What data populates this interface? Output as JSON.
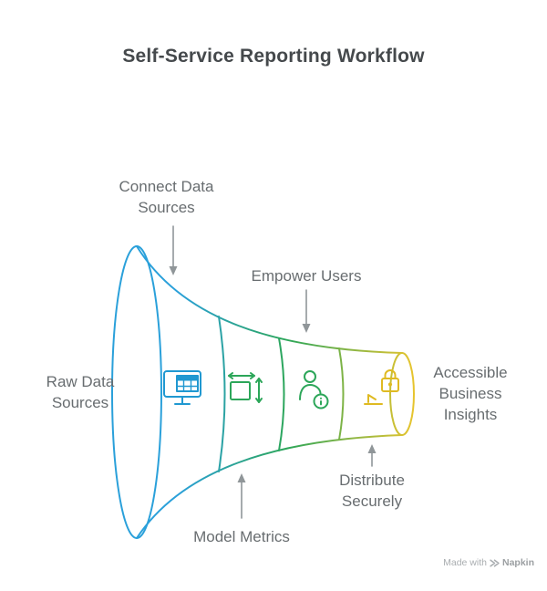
{
  "title": "Self-Service Reporting Workflow",
  "colors": {
    "blue": "#2aa0da",
    "green": "#2ca659",
    "yellow": "#eac52e",
    "label_gray": "#686d70",
    "arrow_gray": "#909699",
    "title_gray": "#45494c"
  },
  "labels": {
    "connect": {
      "text": "Connect Data\nSources"
    },
    "empower": {
      "text": "Empower Users"
    },
    "raw": {
      "text": "Raw Data\nSources"
    },
    "accessible": {
      "text": "Accessible\nBusiness\nInsights"
    },
    "model": {
      "text": "Model Metrics"
    },
    "distribute": {
      "text": "Distribute\nSecurely"
    }
  },
  "icons": [
    {
      "name": "monitor-table-icon",
      "stage": "Connect Data Sources"
    },
    {
      "name": "box-measure-icon",
      "stage": "Model Metrics"
    },
    {
      "name": "user-info-icon",
      "stage": "Empower Users"
    },
    {
      "name": "lock-share-icon",
      "stage": "Distribute Securely"
    }
  ],
  "footer": {
    "made_with": "Made with",
    "brand": "Napkin"
  }
}
